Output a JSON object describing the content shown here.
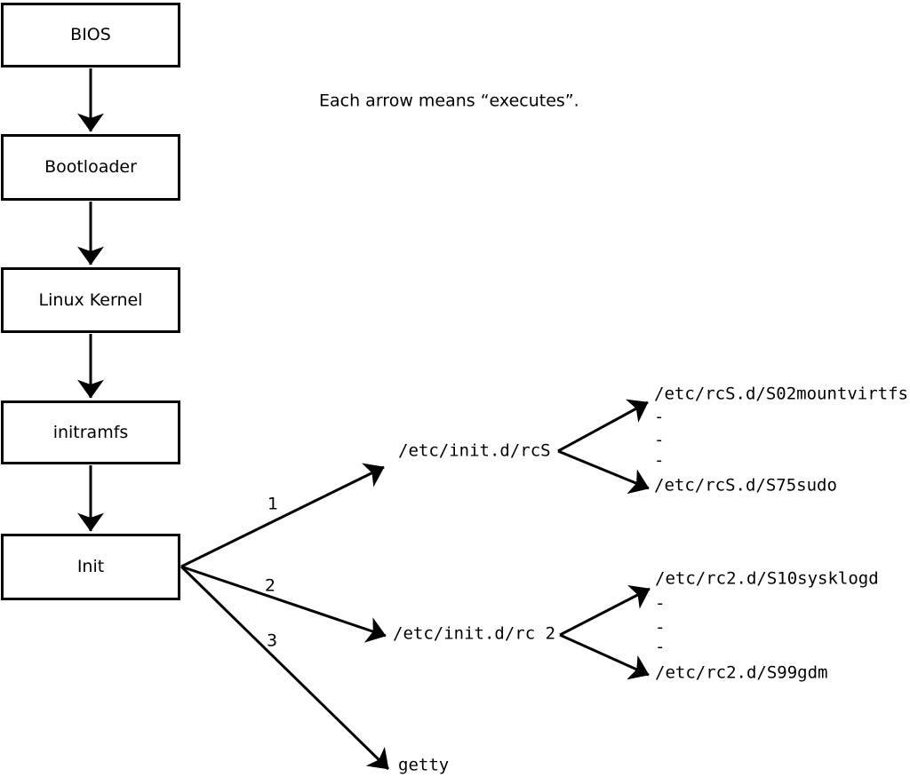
{
  "diagram": {
    "caption": "Each arrow means “executes”.",
    "boxes": [
      {
        "label": "BIOS"
      },
      {
        "label": "Bootloader"
      },
      {
        "label": "Linux Kernel"
      },
      {
        "label": "initramfs"
      },
      {
        "label": "Init"
      }
    ],
    "arrow_labels": [
      "1",
      "2",
      "3"
    ],
    "targets": {
      "rcs": "/etc/init.d/rcS",
      "rc2": "/etc/init.d/rc 2",
      "getty": "getty"
    },
    "rcs_children": [
      "/etc/rcS.d/S02mountvirtfs",
      "-",
      "-",
      "-",
      "/etc/rcS.d/S75sudo"
    ],
    "rc2_children": [
      "/etc/rc2.d/S10sysklogd",
      "-",
      "-",
      "-",
      "/etc/rc2.d/S99gdm"
    ],
    "colors": {
      "line": "#000000",
      "background": "#ffffff"
    }
  }
}
